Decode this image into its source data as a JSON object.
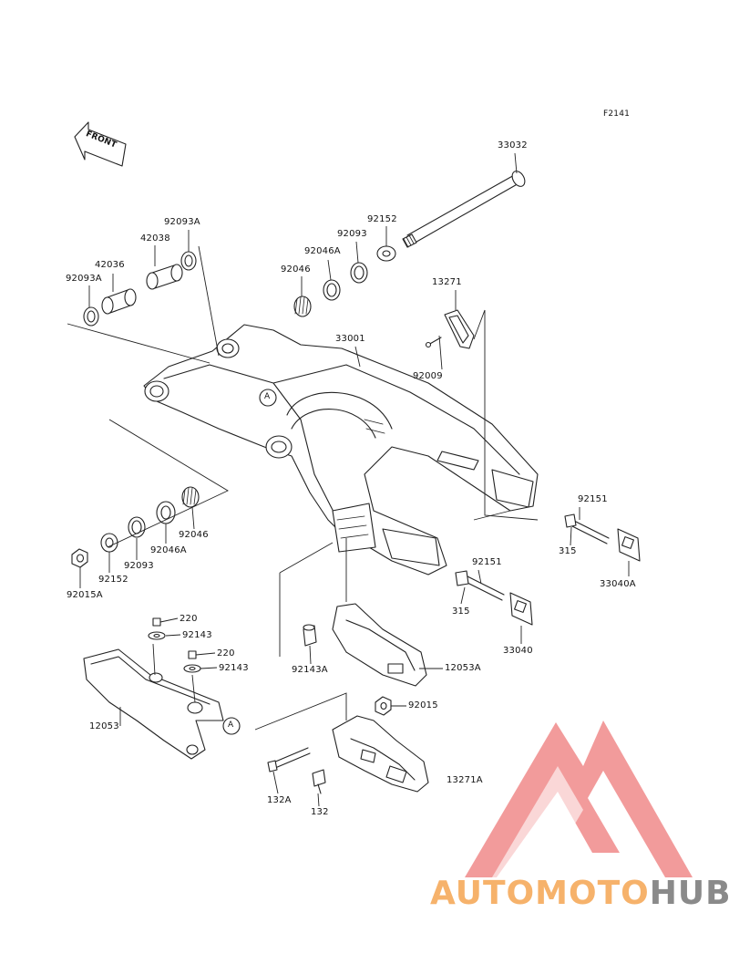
{
  "figure_id": "F2141",
  "front_label": "FRONT",
  "parts": [
    {
      "id": "33032",
      "label": "33032"
    },
    {
      "id": "92152a",
      "label": "92152"
    },
    {
      "id": "92093a",
      "label": "92093"
    },
    {
      "id": "92046Aa",
      "label": "92046A"
    },
    {
      "id": "92046a",
      "label": "92046"
    },
    {
      "id": "92093Aa",
      "label": "92093A"
    },
    {
      "id": "42038",
      "label": "42038"
    },
    {
      "id": "42036",
      "label": "42036"
    },
    {
      "id": "92093Ab",
      "label": "92093A"
    },
    {
      "id": "13271",
      "label": "13271"
    },
    {
      "id": "33001",
      "label": "33001"
    },
    {
      "id": "92009",
      "label": "92009"
    },
    {
      "id": "92151a",
      "label": "92151"
    },
    {
      "id": "315a",
      "label": "315"
    },
    {
      "id": "33040A",
      "label": "33040A"
    },
    {
      "id": "92046b",
      "label": "92046"
    },
    {
      "id": "92046Ab",
      "label": "92046A"
    },
    {
      "id": "92093b",
      "label": "92093"
    },
    {
      "id": "92152b",
      "label": "92152"
    },
    {
      "id": "92015A",
      "label": "92015A"
    },
    {
      "id": "92151b",
      "label": "92151"
    },
    {
      "id": "315b",
      "label": "315"
    },
    {
      "id": "33040",
      "label": "33040"
    },
    {
      "id": "220a",
      "label": "220"
    },
    {
      "id": "92143a",
      "label": "92143"
    },
    {
      "id": "220b",
      "label": "220"
    },
    {
      "id": "92143b",
      "label": "92143"
    },
    {
      "id": "92143A",
      "label": "92143A"
    },
    {
      "id": "12053A",
      "label": "12053A"
    },
    {
      "id": "12053",
      "label": "12053"
    },
    {
      "id": "92015",
      "label": "92015"
    },
    {
      "id": "13271A",
      "label": "13271A"
    },
    {
      "id": "132A",
      "label": "132A"
    },
    {
      "id": "132",
      "label": "132"
    }
  ],
  "callouts": [
    {
      "id": "A-swingarm",
      "label": "A"
    },
    {
      "id": "A-guide",
      "label": "A"
    }
  ],
  "watermark": {
    "brand_part1": "AUTOMOTO",
    "brand_part2": "HUB",
    "color_orange": "#f6b26b",
    "color_gray": "#8a8a8a",
    "color_red": "#f08a8a"
  }
}
